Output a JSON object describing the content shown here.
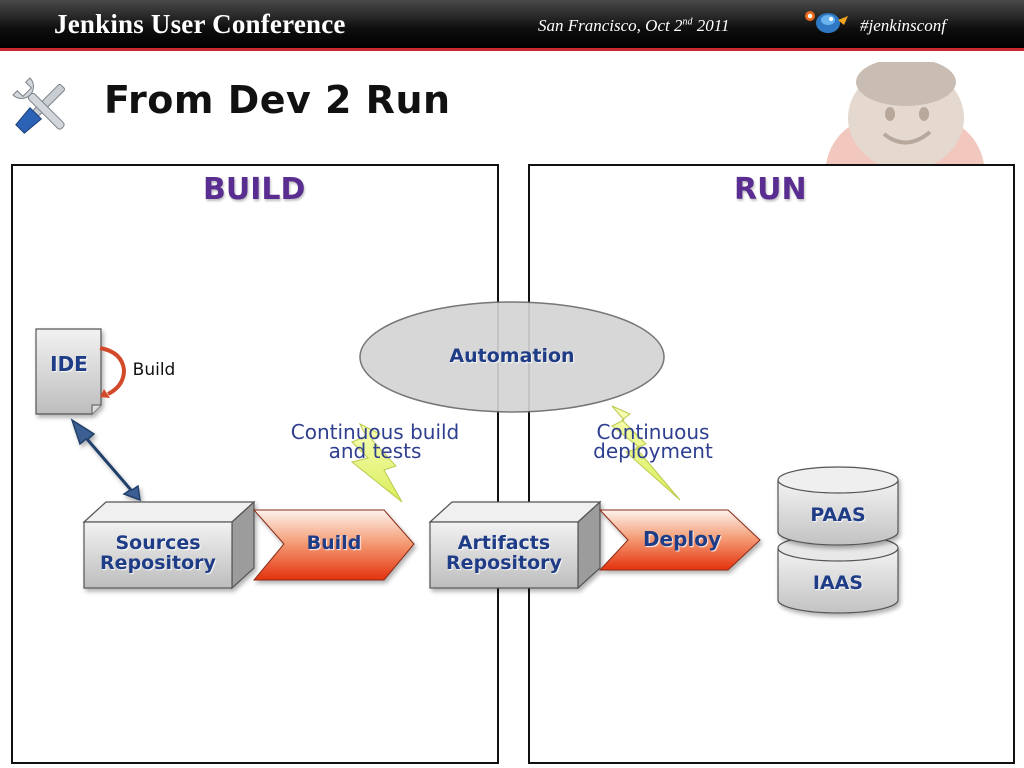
{
  "header": {
    "conference": "Jenkins User Conference",
    "place": "San Francisco, Oct 2",
    "place_sup": "nd",
    "year": "2011",
    "hashtag": "#jenkinsconf"
  },
  "title": "From Dev 2 Run",
  "sections": {
    "build": "BUILD",
    "run": "RUN"
  },
  "nodes": {
    "ide": "IDE",
    "ide_loop": "Build",
    "automation": "Automation",
    "sources_line1": "Sources",
    "sources_line2": "Repository",
    "build": "Build",
    "artifacts_line1": "Artifacts",
    "artifacts_line2": "Repository",
    "deploy": "Deploy",
    "paas": "PAAS",
    "iaas": "IAAS"
  },
  "annotations": {
    "ci_line1": "Continuous build",
    "ci_line2": "and tests",
    "cd_line1": "Continuous",
    "cd_line2": "deployment"
  },
  "colors": {
    "section_heading": "#5a2d91",
    "node_text": "#1f3c86",
    "annotation_text": "#2e3f8f",
    "header_accent": "#c8282e"
  }
}
